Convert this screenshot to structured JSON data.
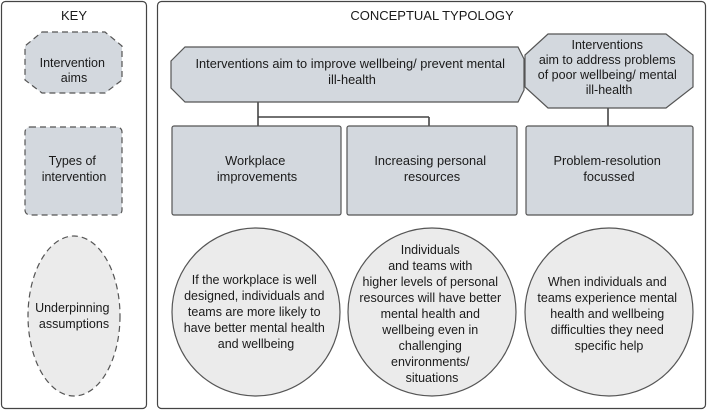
{
  "key": {
    "title": "KEY",
    "items": [
      {
        "lines": [
          "Intervention",
          "aims"
        ]
      },
      {
        "lines": [
          "Types of",
          "intervention"
        ]
      },
      {
        "lines": [
          "Underpinning",
          "assumptions"
        ]
      }
    ]
  },
  "typology": {
    "title": "CONCEPTUAL TYPOLOGY",
    "aims": [
      {
        "lines": [
          "Interventions aim to improve wellbeing/ prevent mental",
          "ill-health"
        ]
      },
      {
        "lines": [
          "Interventions",
          "aim to address problems",
          "of poor wellbeing/ mental",
          "ill-health"
        ]
      }
    ],
    "types": [
      {
        "lines": [
          "Workplace",
          "improvements"
        ]
      },
      {
        "lines": [
          "Increasing personal",
          "resources"
        ]
      },
      {
        "lines": [
          "Problem-resolution",
          "focussed"
        ]
      }
    ],
    "assumptions": [
      {
        "lines": [
          "If the workplace is well",
          "designed, individuals and",
          "teams are more likely to",
          "have better mental health",
          "and wellbeing"
        ]
      },
      {
        "lines": [
          "Individuals",
          "and teams with",
          "higher levels of personal",
          "resources will have better",
          "mental health and",
          "wellbeing even in",
          "challenging",
          "environments/",
          "situations"
        ]
      },
      {
        "lines": [
          "When individuals and",
          "teams experience mental",
          "health and wellbeing",
          "difficulties they need",
          "specific help"
        ]
      }
    ]
  },
  "colors": {
    "shape_fill": "#d3d8de",
    "circle_fill": "#ebebeb",
    "stroke": "#555555",
    "panel_stroke": "#444444"
  }
}
